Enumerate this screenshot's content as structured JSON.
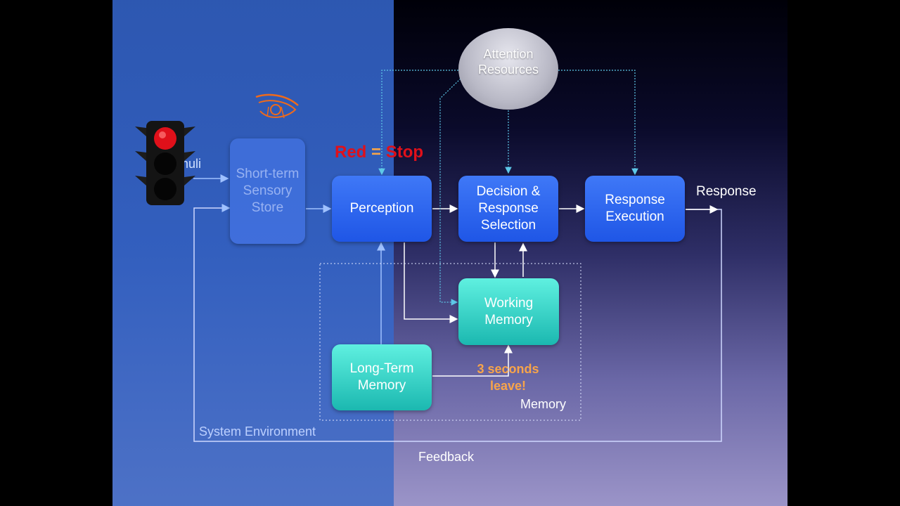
{
  "diagram": {
    "stimuli_label": "Stimuli",
    "sensory_store_label": "Short-term Sensory Store",
    "perception_label": "Perception",
    "decision_label": "Decision & Response Selection",
    "execution_label": "Response Execution",
    "response_label": "Response",
    "working_memory_label": "Working Memory",
    "long_term_memory_label": "Long-Term Memory",
    "memory_group_label": "Memory",
    "attention_label": "Attention Resources",
    "system_environment_label": "System Environment",
    "feedback_label": "Feedback"
  },
  "annotations": {
    "red_word": "Red",
    "equals": "=",
    "stop_word": "Stop",
    "three_seconds": "3 seconds leave!"
  },
  "colors": {
    "process_box": "#2a62ee",
    "memory_box": "#35d6c8",
    "overlay": "#3361c2",
    "highlight_red": "#e0101a",
    "highlight_orange": "#f7a44a",
    "attention_link": "#5ec8e8"
  },
  "icons": [
    "traffic-light-icon",
    "eye-icon"
  ]
}
